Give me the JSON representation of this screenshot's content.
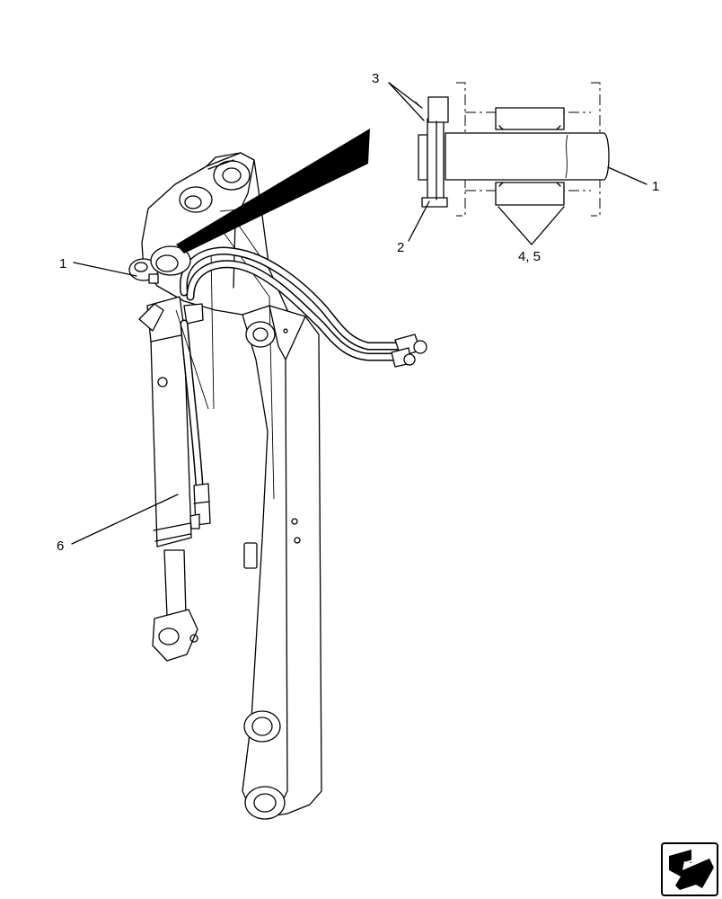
{
  "callouts": {
    "c1_detail": "1",
    "c2": "2",
    "c3": "3",
    "c45": "4, 5",
    "c1_main": "1",
    "c6": "6"
  },
  "icons": {
    "nav_arrow": "page-turn-arrow-icon"
  },
  "colors": {
    "line": "#000000",
    "background": "#ffffff"
  }
}
